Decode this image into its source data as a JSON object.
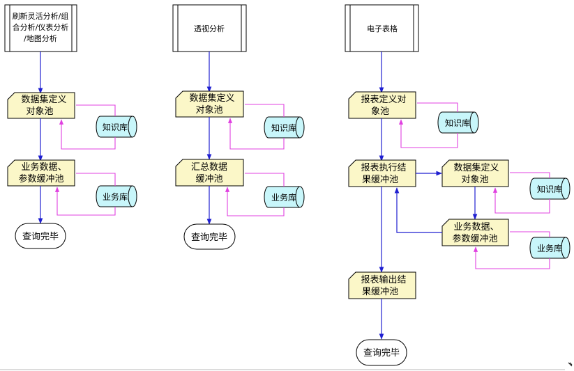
{
  "col1": {
    "start_lines": [
      "刷新灵活分析/组",
      "合分析/仪表分析",
      "/地图分析"
    ],
    "dataset_lines": [
      "数据集定义",
      "对象池"
    ],
    "knowledge": "知识库",
    "business_data_lines": [
      "业务数据、",
      "参数缓冲池"
    ],
    "business_db": "业务库",
    "end": "查询完毕"
  },
  "col2": {
    "start": "透视分析",
    "dataset_lines": [
      "数据集定义",
      "对象池"
    ],
    "knowledge": "知识库",
    "summary_lines": [
      "汇总数据",
      "缓冲池"
    ],
    "business_db": "业务库",
    "end": "查询完毕"
  },
  "col3": {
    "start": "电子表格",
    "report_def_lines": [
      "报表定义对",
      "象池"
    ],
    "knowledge": "知识库",
    "report_exec_lines": [
      "报表执行结",
      "果缓冲池"
    ],
    "dataset_lines": [
      "数据集定义",
      "对象池"
    ],
    "knowledge2": "知识库",
    "business_data_lines": [
      "业务数据、",
      "参数缓冲池"
    ],
    "business_db": "业务库",
    "report_out_lines": [
      "报表输出结",
      "果缓冲池"
    ],
    "end": "查询完毕"
  },
  "colors": {
    "flow_arrow": "#1f1fd0",
    "feedback_arrow": "#e040e0",
    "buffer_fill": "#fbf7c8",
    "db_fill": "#c8f6fa",
    "border": "#000000"
  }
}
